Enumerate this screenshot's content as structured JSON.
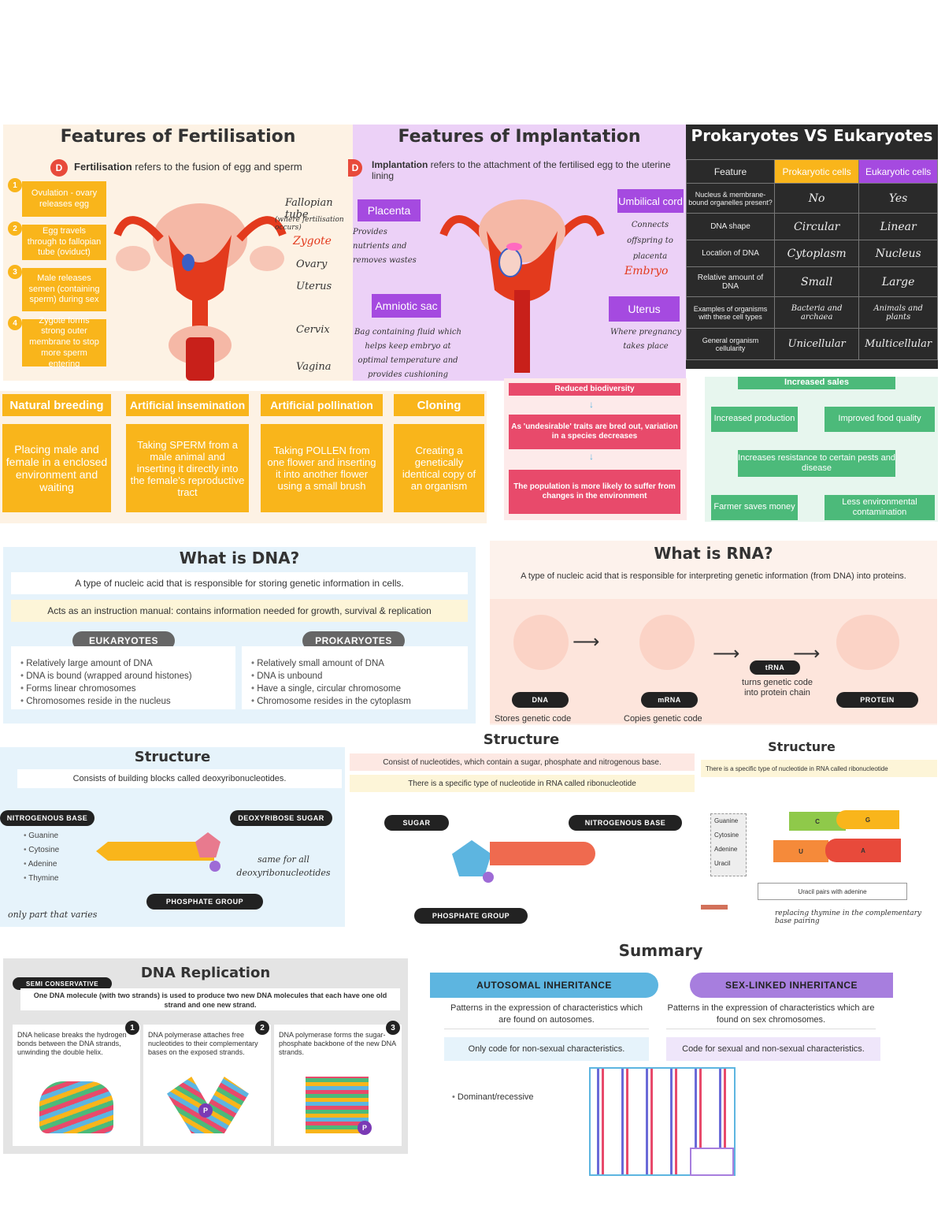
{
  "fert": {
    "title": "Features of Fertilisation",
    "badge": "D",
    "def_term": "Fertilisation",
    "def_rest": " refers to the fusion of egg and sperm",
    "steps": [
      {
        "n": "1",
        "t": "Ovulation - ovary releases egg"
      },
      {
        "n": "2",
        "t": "Egg travels through to fallopian tube (oviduct)"
      },
      {
        "n": "3",
        "t": "Male releases semen (containing sperm) during sex"
      },
      {
        "n": "4",
        "t": "Zygote forms strong outer membrane to stop more sperm entering"
      }
    ],
    "labels": {
      "tube": "Fallopian tube",
      "tube_note": "(where fertilisation occurs)",
      "zygote": "Zygote",
      "ovary": "Ovary",
      "uterus": "Uterus",
      "cervix": "Cervix",
      "vagina": "Vagina"
    }
  },
  "impl": {
    "title": "Features of Implantation",
    "badge": "D",
    "def_term": "Implantation",
    "def_rest": " refers to the attachment of the fertilised egg to the uterine lining",
    "placenta": "Placenta",
    "placenta_note": "Provides nutrients and removes wastes",
    "amniotic": "Amniotic sac",
    "amniotic_note": "Bag containing fluid which helps keep embryo at optimal temperature and provides cushioning",
    "cord": "Umbilical cord",
    "cord_note": "Connects offspring to placenta",
    "embryo": "Embryo",
    "uterus": "Uterus",
    "uterus_note": "Where pregnancy takes place"
  },
  "pro": {
    "title": "Prokaryotes VS Eukaryotes",
    "head": [
      "Feature",
      "Prokaryotic cells",
      "Eukaryotic cells"
    ],
    "rows": [
      [
        "Nucleus & membrane-bound organelles present?",
        "No",
        "Yes"
      ],
      [
        "DNA shape",
        "Circular",
        "Linear"
      ],
      [
        "Location of DNA",
        "Cytoplasm",
        "Nucleus"
      ],
      [
        "Relative amount of DNA",
        "Small",
        "Large"
      ],
      [
        "Examples of organisms with these cell types",
        "Bacteria and archaea",
        "Animals and plants"
      ],
      [
        "General organism cellularity",
        "Unicellular",
        "Multicellular"
      ]
    ]
  },
  "repro": [
    {
      "h": "Natural breeding",
      "t": "Placing male and female in a enclosed environment and waiting"
    },
    {
      "h": "Artificial insemination",
      "t": "Taking SPERM from a male animal and inserting it directly into the female's reproductive tract"
    },
    {
      "h": "Artificial pollination",
      "t": "Taking POLLEN from one flower and inserting it into another flower using a small brush"
    },
    {
      "h": "Cloning",
      "t": "Creating a genetically identical copy of an organism"
    }
  ],
  "bio": {
    "a": "Reduced biodiversity",
    "b": "As 'undesirable' traits are bred out, variation in a species decreases",
    "c": "The population is more likely to suffer from changes in the environment"
  },
  "sales": {
    "top": "Increased sales",
    "l1": "Increased production",
    "r1": "Improved food quality",
    "mid": "Increases resistance to certain pests and disease",
    "l2": "Farmer saves money",
    "r2": "Less environmental contamination"
  },
  "dna": {
    "title": "What is DNA?",
    "def": "A type of nucleic acid that is responsible for storing genetic information in cells.",
    "manual": "Acts as an instruction manual: contains information needed for growth, survival & replication",
    "euk": "EUKARYOTES",
    "prok": "PROKARYOTES",
    "euk_list": [
      "Relatively large amount of DNA",
      "DNA is bound (wrapped around histones)",
      "Forms linear chromosomes",
      "Chromosomes reside in the nucleus"
    ],
    "prok_list": [
      "Relatively small amount of DNA",
      "DNA is unbound",
      "Have a single, circular chromosome",
      "Chromosome resides in the cytoplasm"
    ]
  },
  "rna": {
    "title": "What is RNA?",
    "def": "A type of nucleic acid that is responsible for interpreting genetic information (from DNA) into proteins.",
    "dna": "DNA",
    "mrna": "mRNA",
    "trna": "tRNA",
    "protein": "PROTEIN",
    "dna_note": "Stores genetic code",
    "mrna_note": "Copies genetic code",
    "trna_note": "turns genetic code into protein chain"
  },
  "sdna": {
    "title": "Structure",
    "def": "Consists of building blocks called deoxyribonucleotides.",
    "base": "NITROGENOUS BASE",
    "sugar": "DEOXYRIBOSE SUGAR",
    "phos": "PHOSPHATE GROUP",
    "bases": [
      "Guanine",
      "Cytosine",
      "Adenine",
      "Thymine"
    ],
    "same": "same for all deoxyribonucleotides",
    "only": "only part that varies"
  },
  "srna": {
    "title": "Structure",
    "def": "Consist of nucleotides, which contain a sugar, phosphate and nitrogenous base.",
    "def2": "There is a specific type of nucleotide in RNA called ribonucleotide",
    "sugar": "SUGAR",
    "base": "NITROGENOUS BASE",
    "phos": "PHOSPHATE GROUP"
  },
  "sr3": {
    "title": "Structure",
    "def": "There is a specific type of nucleotide in RNA called ribonucleotide",
    "bases": [
      "Guanine",
      "Cytosine",
      "Adenine",
      "Uracil"
    ],
    "pairs": [
      "C",
      "G",
      "U",
      "A"
    ],
    "note": "Uracil pairs with adenine",
    "note2": "replacing thymine in the complementary base pairing"
  },
  "rep": {
    "title": "DNA Replication",
    "tag": "SEMI CONSERVATIVE",
    "def": "One DNA molecule (with two strands) is used to produce two new DNA molecules that each have one old strand and one new strand.",
    "steps": [
      {
        "n": "1",
        "t": "DNA helicase breaks the hydrogen bonds between the DNA strands, unwinding the double helix."
      },
      {
        "n": "2",
        "t": "DNA polymerase attaches free nucleotides to their complementary bases on the exposed strands."
      },
      {
        "n": "3",
        "t": "DNA polymerase forms the sugar-phosphate backbone of the new DNA strands."
      }
    ],
    "p": "P"
  },
  "sum": {
    "title": "Summary",
    "auto": "AUTOSOMAL INHERITANCE",
    "sex": "SEX-LINKED INHERITANCE",
    "auto_def": "Patterns in the expression of characteristics which are found on autosomes.",
    "sex_def": "Patterns in the expression of characteristics which are found on sex chromosomes.",
    "auto_code": "Only code for non-sexual characteristics.",
    "sex_code": "Code for sexual and non-sexual characteristics.",
    "bullet": "Dominant/recessive"
  },
  "colors": {
    "yellow": "#f9b51b",
    "pink": "#e84a6b",
    "green": "#4cba7a",
    "purple": "#a77ede",
    "blue": "#5db5e0"
  }
}
